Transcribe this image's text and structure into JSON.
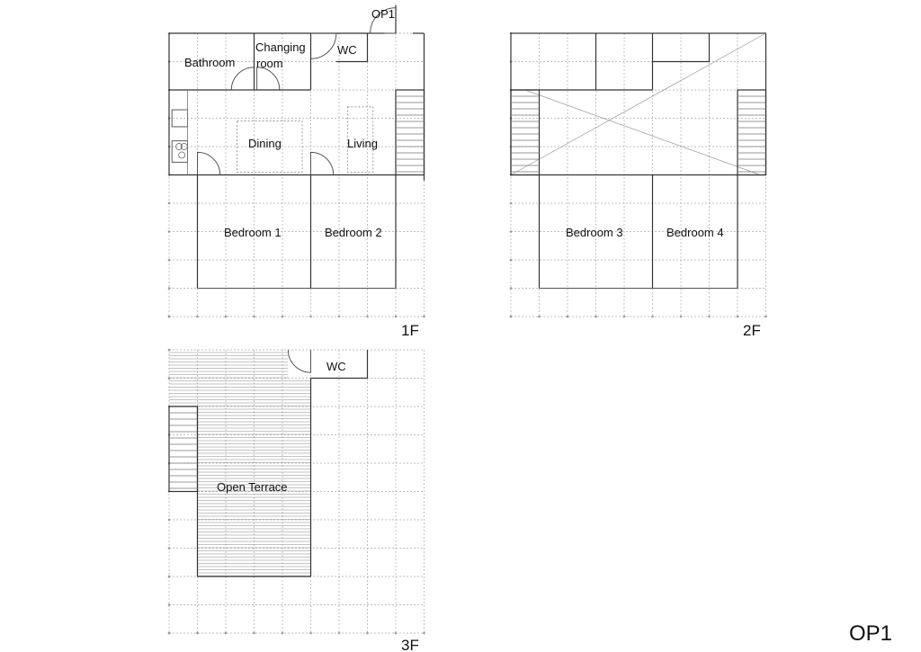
{
  "sheet_code": "OP1",
  "floors": {
    "f1": {
      "label": "1F",
      "rooms": {
        "bathroom": "Bathroom",
        "changing_line1": "Changing",
        "changing_line2": "room",
        "wc": "WC",
        "dining": "Dining",
        "living": "Living",
        "bedroom1": "Bedroom 1",
        "bedroom2": "Bedroom 2"
      },
      "entrance": "OP1"
    },
    "f2": {
      "label": "2F",
      "rooms": {
        "bedroom3": "Bedroom 3",
        "bedroom4": "Bedroom 4"
      }
    },
    "f3": {
      "label": "3F",
      "rooms": {
        "wc": "WC",
        "terrace": "Open Terrace"
      }
    }
  }
}
